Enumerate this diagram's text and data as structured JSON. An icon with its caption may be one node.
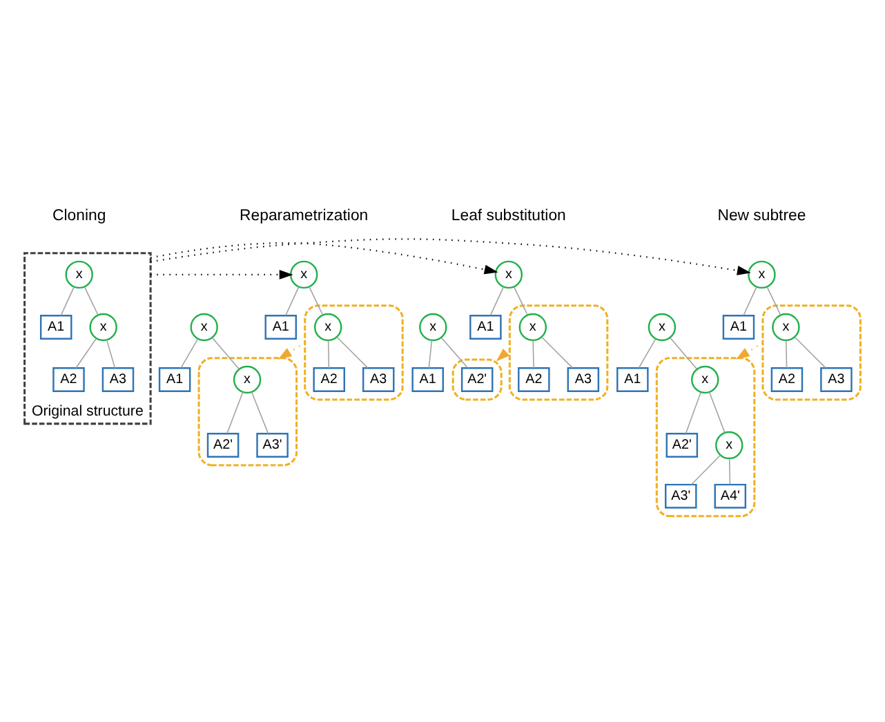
{
  "diagram": {
    "nodes": [
      {
        "text": [
          "Original structure"
        ]
      },
      {
        "text": [
          "x"
        ],
        "in": 0
      },
      {
        "text": [
          "A1"
        ],
        "in": 0
      },
      {
        "text": [
          "x"
        ],
        "in": 0
      },
      {
        "text": [
          "A2"
        ],
        "in": 0
      },
      {
        "text": [
          "A3"
        ],
        "in": 0
      },
      {
        "text": [
          "x"
        ]
      },
      {
        "text": [
          "A1"
        ]
      },
      {
        "text": [],
        "shape": "ellipse"
      },
      {
        "text": [
          "x"
        ],
        "in": 8
      },
      {
        "text": [
          "A2"
        ],
        "in": 8
      },
      {
        "text": [
          "A3"
        ],
        "in": 8
      },
      {
        "text": [
          "x"
        ]
      },
      {
        "text": [
          "A1"
        ]
      },
      {
        "text": [],
        "shape": "ellipse"
      },
      {
        "text": [
          "x"
        ],
        "in": 14
      },
      {
        "text": [
          "A2'"
        ],
        "in": 14
      },
      {
        "text": [
          "A3'"
        ],
        "in": 14
      },
      {
        "text": [
          "x"
        ]
      },
      {
        "text": [
          "A1"
        ]
      },
      {
        "text": [],
        "shape": "ellipse"
      },
      {
        "text": [
          "x"
        ],
        "in": 20
      },
      {
        "text": [
          "A2"
        ],
        "in": 20
      },
      {
        "text": [
          "A3"
        ],
        "in": 20
      },
      {
        "text": [
          "x"
        ]
      },
      {
        "text": [
          "A1"
        ]
      },
      {
        "text": [],
        "shape": "ellipse"
      },
      {
        "text": [
          "A2'"
        ],
        "in": 26
      },
      {
        "text": [
          "x"
        ]
      },
      {
        "text": [
          "A1"
        ]
      },
      {
        "text": [],
        "shape": "ellipse"
      },
      {
        "text": [
          "x"
        ],
        "in": 30
      },
      {
        "text": [
          "A2"
        ],
        "in": 30
      },
      {
        "text": [
          "A3"
        ],
        "in": 30
      },
      {
        "text": [
          "x"
        ]
      },
      {
        "text": [
          "A1"
        ]
      },
      {
        "text": [],
        "shape": "ellipse"
      },
      {
        "text": [
          "x"
        ],
        "in": 36
      },
      {
        "text": [
          "A2'"
        ],
        "in": 36
      },
      {
        "text": [
          "x"
        ],
        "in": 36
      },
      {
        "text": [
          "A3'"
        ],
        "in": 36
      },
      {
        "text": [
          "A4'"
        ],
        "in": 36
      }
    ],
    "edges": [
      {
        "from": 1,
        "to": 2,
        "arrow": "none"
      },
      {
        "from": 1,
        "to": 3,
        "arrow": "none"
      },
      {
        "from": 3,
        "to": 4,
        "arrow": "none"
      },
      {
        "from": 3,
        "to": 5,
        "arrow": "none"
      },
      {
        "from": 0,
        "to": 6,
        "arrow": "to",
        "style": "dashed",
        "color": "#000000"
      },
      {
        "from": 0,
        "to": 18,
        "arrow": "to",
        "style": "dashed",
        "color": "#000000"
      },
      {
        "from": 0,
        "to": 28,
        "arrow": "to",
        "style": "dashed",
        "color": "#000000"
      },
      {
        "from": 6,
        "to": 7,
        "arrow": "none"
      },
      {
        "from": 6,
        "to": 9,
        "arrow": "none"
      },
      {
        "from": 9,
        "to": 10,
        "arrow": "none"
      },
      {
        "from": 9,
        "to": 11,
        "arrow": "none"
      },
      {
        "from": 8,
        "to": 14,
        "arrow": "to",
        "style": "dashed",
        "color": "#f0a830"
      },
      {
        "from": 12,
        "to": 13,
        "arrow": "none"
      },
      {
        "from": 12,
        "to": 15,
        "arrow": "none"
      },
      {
        "from": 15,
        "to": 16,
        "arrow": "none"
      },
      {
        "from": 15,
        "to": 17,
        "arrow": "none"
      },
      {
        "from": 18,
        "to": 19,
        "arrow": "none"
      },
      {
        "from": 18,
        "to": 21,
        "arrow": "none"
      },
      {
        "from": 21,
        "to": 22,
        "arrow": "none"
      },
      {
        "from": 21,
        "to": 23,
        "arrow": "none"
      },
      {
        "from": 20,
        "to": 26,
        "arrow": "to",
        "style": "dashed",
        "color": "#f0a830"
      },
      {
        "from": 24,
        "to": 25,
        "arrow": "none"
      },
      {
        "from": 24,
        "to": 27,
        "arrow": "none"
      },
      {
        "from": 28,
        "to": 29,
        "arrow": "none"
      },
      {
        "from": 28,
        "to": 31,
        "arrow": "none"
      },
      {
        "from": 31,
        "to": 32,
        "arrow": "none"
      },
      {
        "from": 31,
        "to": 33,
        "arrow": "none"
      },
      {
        "from": 30,
        "to": 36,
        "arrow": "to",
        "style": "dashed",
        "color": "#f0a830"
      },
      {
        "from": 34,
        "to": 35,
        "arrow": "none"
      },
      {
        "from": 34,
        "to": 37,
        "arrow": "none"
      },
      {
        "from": 37,
        "to": 38,
        "arrow": "none"
      },
      {
        "from": 37,
        "to": 39,
        "arrow": "none"
      },
      {
        "from": 39,
        "to": 40,
        "arrow": "none"
      },
      {
        "from": 39,
        "to": 41,
        "arrow": "none"
      }
    ],
    "labels": [
      "Cloning",
      "Reparametrization",
      "Leaf substitution",
      "New subtree"
    ]
  }
}
